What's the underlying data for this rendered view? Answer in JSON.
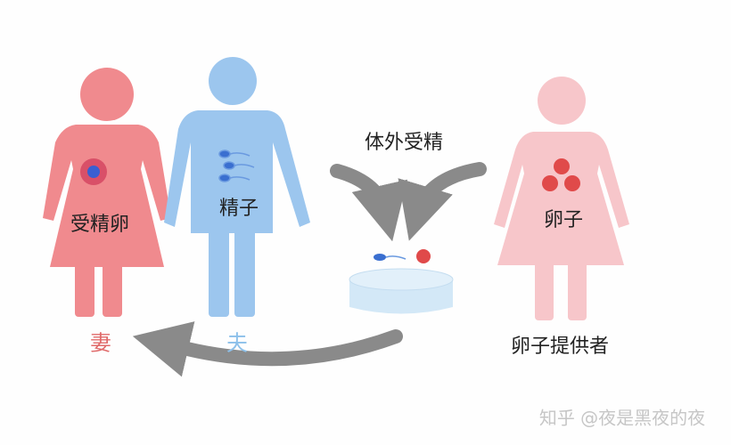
{
  "labels": {
    "wife_inner": "受精卵",
    "husband_inner": "精子",
    "donor_inner": "卵子",
    "wife": "妻",
    "husband": "夫",
    "process": "体外受精",
    "donor": "卵子提供者"
  },
  "watermark": "知乎 @夜是黑夜的夜",
  "colors": {
    "wife": "#f08a8e",
    "husband": "#9cc6ee",
    "donor": "#f7c6ca",
    "arrow": "#8a8a8a",
    "egg": "#e04a4a",
    "sperm": "#3a6fd0",
    "dish": "#cfe6f6"
  }
}
